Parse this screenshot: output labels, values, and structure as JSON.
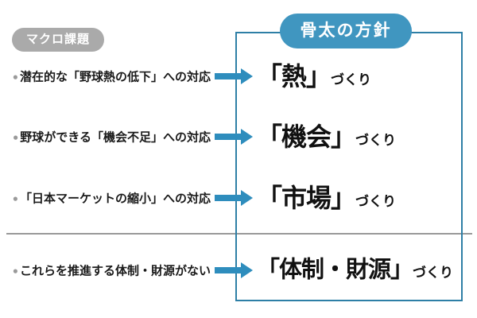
{
  "badges": {
    "left_label": "マクロ課題",
    "right_label": "骨太の方針"
  },
  "bullet_char": "●",
  "rows": [
    {
      "issue": "潜在的な「野球熱の低下」への対応",
      "policy_main": "「熱」",
      "policy_suffix": "づくり"
    },
    {
      "issue": "野球ができる「機会不足」への対応",
      "policy_main": "「機会」",
      "policy_suffix": "づくり"
    },
    {
      "issue": "「日本マーケットの縮小」への対応",
      "policy_main": "「市場」",
      "policy_suffix": "づくり"
    },
    {
      "issue": "これらを推進する体制・財源がない",
      "policy_main": "「体制・財源」",
      "policy_suffix": "づくり"
    }
  ],
  "colors": {
    "accent_blue": "#4096c0",
    "box_border_blue": "#2e7fa6",
    "arrow_blue": "#2e8dbd",
    "gray_badge": "#aaaaaa",
    "divider_gray": "#999999",
    "text": "#1b1b1b",
    "bullet_gray": "#9a9a9a"
  }
}
